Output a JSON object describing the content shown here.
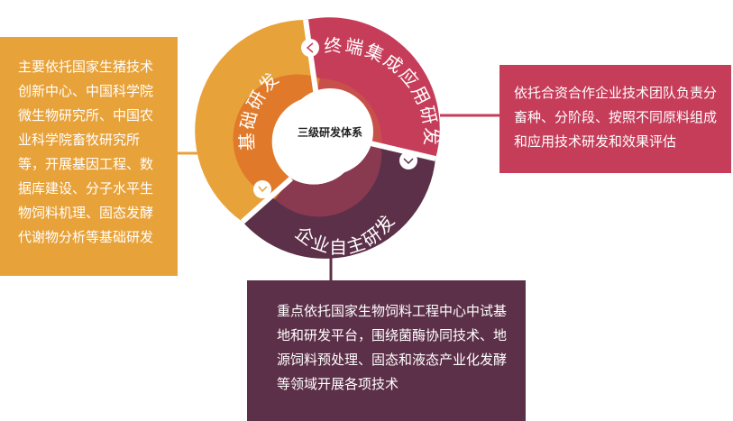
{
  "center": {
    "label": "三级研发体系"
  },
  "segments": {
    "basic": {
      "label": "基础研发",
      "color": "#e8a23a",
      "inner_color": "#e07a2a"
    },
    "terminal": {
      "label": "终端集成应用研发",
      "color": "#c63d5a",
      "inner_color": "#c8504a"
    },
    "enterprise": {
      "label": "企业自主研发",
      "color": "#5d3049",
      "inner_color": "#8a3a50"
    }
  },
  "boxes": {
    "left": {
      "text": "主要依托国家生猪技术创新中心、中国科学院微生物研究所、中国农业科学院畜牧研究所等，开展基因工程、数据库建设、分子水平生物饲料机理、固态发酵代谢物分析等基础研发"
    },
    "right": {
      "text": "依托合资合作企业技术团队负责分畜种、分阶段、按照不同原料组成和应用技术研发和效果评估"
    },
    "bottom": {
      "text": "重点依托国家生物饲料工程中心中试基地和研发平台，围绕菌酶协同技术、地源饲料预处理、固态和液态产业化发酵等领域开展各项技术"
    }
  }
}
